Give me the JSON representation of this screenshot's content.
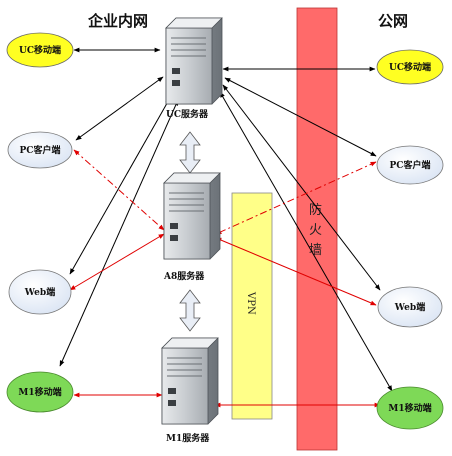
{
  "zones": {
    "intranet": "企业内网",
    "public": "公网"
  },
  "servers": {
    "uc": "UC服务器",
    "a8": "A8服务器",
    "m1": "M1服务器"
  },
  "nodes": {
    "uc_mobile_left": "UC移动端",
    "pc_left": "PC客户端",
    "web_left": "Web端",
    "m1_mobile_left": "M1移动端",
    "uc_mobile_right": "UC移动端",
    "pc_right": "PC客户端",
    "web_right": "Web端",
    "m1_mobile_right": "M1移动端"
  },
  "firewall": {
    "label": "防火墙",
    "chars": [
      "防",
      "火",
      "墙"
    ],
    "color": "#ff6a6a"
  },
  "vpn": {
    "label": "VPN",
    "color": "#ffff88"
  },
  "colors": {
    "uc_mobile": "#ffff22",
    "pc_client": "#e4ecf8",
    "web": "#e4ecf8",
    "m1_mobile": "#7ed957",
    "link_black": "#000000",
    "link_red": "#e00000"
  }
}
